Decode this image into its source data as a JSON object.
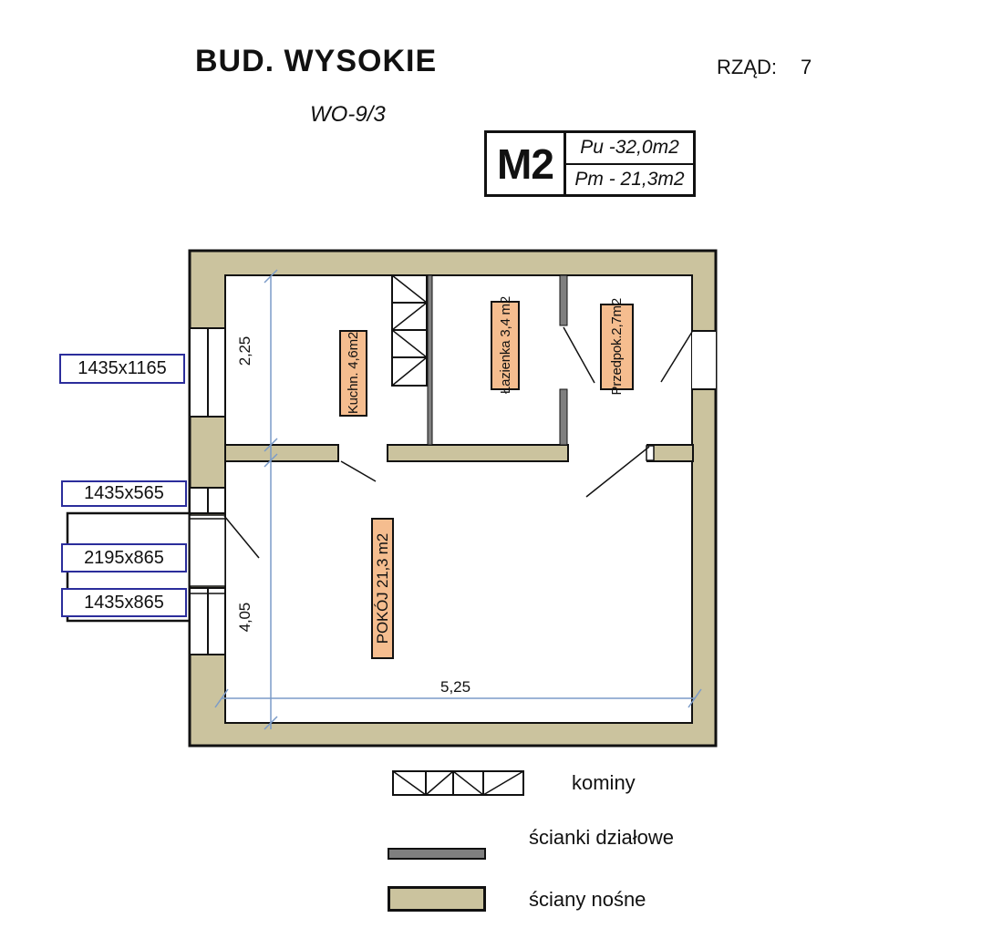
{
  "header": {
    "title": "BUD. WYSOKIE",
    "row_label": "RZĄD:",
    "row_number": "7",
    "drawing_code": "WO-9/3"
  },
  "unit_card": {
    "unit_name": "M2",
    "usable_area": "Pu -32,0m2",
    "living_area": "Pm - 21,3m2"
  },
  "opening_labels": {
    "window_1": "1435x1165",
    "window_2": "1435x565",
    "balcony_door": "2195x865",
    "window_3": "1435x865"
  },
  "room_labels": {
    "kitchen": "Kuchn. 4,6m2",
    "bathroom": "Łazienka 3,4 m2",
    "hallway": "Przedpok.2,7m2",
    "room": "POKÓJ 21,3 m2"
  },
  "dimensions": {
    "kitchen_depth": "2,25",
    "room_depth": "4,05",
    "width": "5,25"
  },
  "legend": {
    "chimneys": "kominy",
    "partition_walls": "ścianki działowe",
    "load_bearing_walls": "ściany nośne"
  },
  "colors": {
    "load_bearing": "#CBC39E",
    "partition": "#7F7F7F",
    "room_label_bg": "#F5BD8F",
    "dim_line": "#7B9BC8",
    "opening_label_border": "#2B2D9B",
    "line": "#111111"
  }
}
